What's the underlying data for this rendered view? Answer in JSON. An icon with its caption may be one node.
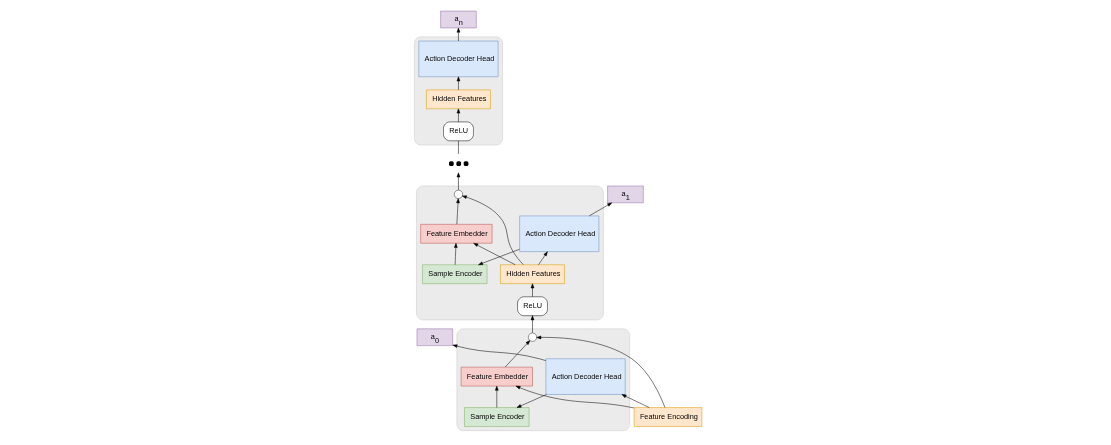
{
  "diagram": {
    "nodes": [
      {
        "text": [
          "a$_{0}$"
        ]
      },
      {
        "text": [
          "a$_{1}$"
        ]
      },
      {
        "text": [
          "a$_{n}$"
        ]
      },
      {
        "text": [],
        "shape": "box"
      },
      {
        "text": [
          "Action Decoder Head"
        ],
        "in": 3
      },
      {
        "text": [
          "Sample Encoder"
        ],
        "in": 3
      },
      {
        "text": [
          "Feature Embedder"
        ],
        "in": 3
      },
      {
        "text": [],
        "shape": "circle",
        "in": 3
      },
      {
        "text": [
          "Feature Encoding"
        ]
      },
      {
        "text": [],
        "shape": "box"
      },
      {
        "text": [
          "Action Decoder Head"
        ],
        "in": 9
      },
      {
        "text": [
          "Sample Encoder"
        ],
        "in": 9
      },
      {
        "text": [
          "Hidden Features"
        ],
        "in": 9
      },
      {
        "text": [
          "Feature Embedder"
        ],
        "in": 9
      },
      {
        "text": [
          "ReLU"
        ],
        "in": 9
      },
      {
        "text": [],
        "shape": "circle",
        "in": 9
      },
      {
        "text": [],
        "shape": "dots"
      },
      {
        "text": [],
        "shape": "box"
      },
      {
        "text": [
          "Action Decoder Head"
        ],
        "in": 17
      },
      {
        "text": [
          "Hidden Features"
        ],
        "in": 17
      },
      {
        "text": [
          "ReLU"
        ],
        "in": 17
      }
    ],
    "edges": [
      {
        "from": 4,
        "to": 0,
        "arrow": "to"
      },
      {
        "from": 4,
        "to": 5,
        "arrow": "to"
      },
      {
        "from": 5,
        "to": 6,
        "arrow": "to"
      },
      {
        "from": 8,
        "to": 4,
        "arrow": "to"
      },
      {
        "from": 8,
        "to": 6,
        "arrow": "to"
      },
      {
        "from": 6,
        "to": 7,
        "arrow": "to"
      },
      {
        "from": 8,
        "to": 7,
        "arrow": "to"
      },
      {
        "from": 7,
        "to": 14,
        "arrow": "to"
      },
      {
        "from": 14,
        "to": 12,
        "arrow": "to"
      },
      {
        "from": 12,
        "to": 10,
        "arrow": "to"
      },
      {
        "from": 10,
        "to": 1,
        "arrow": "to"
      },
      {
        "from": 10,
        "to": 11,
        "arrow": "to"
      },
      {
        "from": 11,
        "to": 13,
        "arrow": "to"
      },
      {
        "from": 12,
        "to": 13,
        "arrow": "to"
      },
      {
        "from": 12,
        "to": 15,
        "arrow": "to"
      },
      {
        "from": 13,
        "to": 15,
        "arrow": "to"
      },
      {
        "from": 15,
        "to": 16,
        "arrow": "to"
      },
      {
        "from": 16,
        "to": 20,
        "arrow": "none"
      },
      {
        "from": 20,
        "to": 19,
        "arrow": "to"
      },
      {
        "from": 19,
        "to": 18,
        "arrow": "to"
      },
      {
        "from": 18,
        "to": 2,
        "arrow": "to"
      }
    ]
  }
}
